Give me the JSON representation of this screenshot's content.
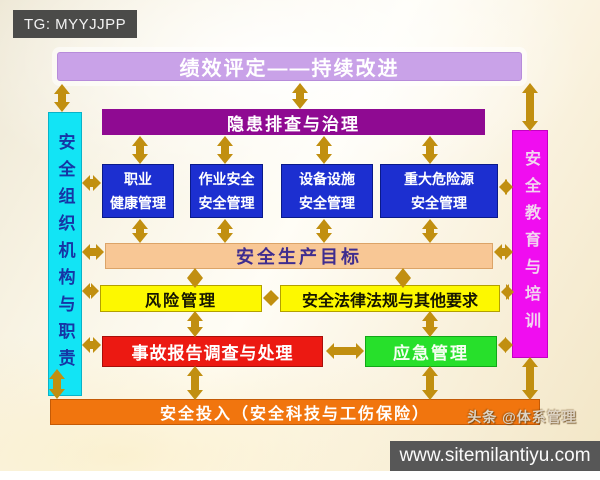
{
  "watermarks": {
    "tg": "TG: MYYJJPP",
    "credit": "头条 @体系管理",
    "site": "www.sitemilantiyu.com"
  },
  "diagram": {
    "banner": "绩效评定——持续改进",
    "hazard": "隐患排查与治理",
    "blue_boxes": [
      {
        "line1": "职业",
        "line2": "健康管理"
      },
      {
        "line1": "作业安全",
        "line2": "安全管理"
      },
      {
        "line1": "设备设施",
        "line2": "安全管理"
      },
      {
        "line1": "重大危险源",
        "line2": "安全管理"
      }
    ],
    "target": "安全生产目标",
    "risk": "风险管理",
    "law": "安全法律法规与其他要求",
    "accident": "事故报告调查与处理",
    "emergency": "应急管理",
    "investment": "安全投入（安全科技与工伤保险）",
    "left_bar": "安全组织机构与职责",
    "right_bar": "安全教育与培训"
  },
  "colors": {
    "banner": "#c9a2e8",
    "hazard": "#8f0a92",
    "blue": "#1c2fd0",
    "peach": "#f8c795",
    "peach_text": "#3f2d8f",
    "yellow": "#fdf800",
    "red": "#ec1912",
    "green": "#27e02b",
    "orange": "#f1750e",
    "cyan": "#12e4f5",
    "cyan_text": "#1635a5",
    "magenta": "#f00df0",
    "magenta_text": "#f2d4f0",
    "arrow": "#c18f10",
    "tg_bg": "#4b4b49",
    "dark_bar": "#575757"
  }
}
